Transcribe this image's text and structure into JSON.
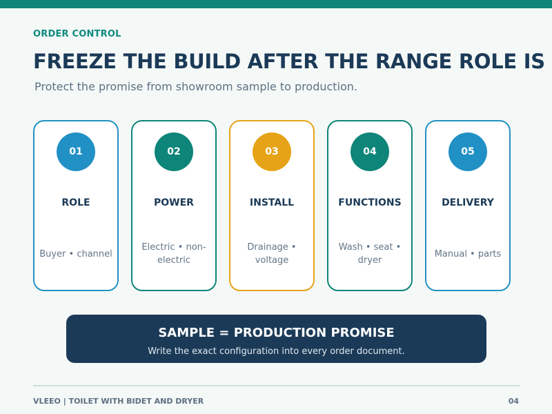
{
  "header": {
    "kicker": "ORDER CONTROL",
    "title": "FREEZE THE BUILD AFTER THE RANGE ROLE IS CLEAR",
    "subtitle": "Protect the promise from showroom sample to production."
  },
  "cards": [
    {
      "number": "01",
      "label": "ROLE",
      "description": "Buyer • channel",
      "accent": "#2191c5"
    },
    {
      "number": "02",
      "label": "POWER",
      "description": "Electric • non-electric",
      "accent": "#0d8578"
    },
    {
      "number": "03",
      "label": "INSTALL",
      "description": "Drainage • voltage",
      "accent": "#e6a317"
    },
    {
      "number": "04",
      "label": "FUNCTIONS",
      "description": "Wash • seat • dryer",
      "accent": "#0d8578"
    },
    {
      "number": "05",
      "label": "DELIVERY",
      "description": "Manual • parts",
      "accent": "#2191c5"
    }
  ],
  "banner": {
    "title": "SAMPLE = PRODUCTION PROMISE",
    "subtitle": "Write the exact configuration into every order document."
  },
  "footer": {
    "left": "VLEEO | TOILET WITH BIDET AND DRYER",
    "page_number": "04"
  },
  "colors": {
    "primary_teal": "#0d8578",
    "navy": "#1b3a57",
    "blue": "#2191c5",
    "gold": "#e6a317",
    "background": "#f4f8f7"
  }
}
